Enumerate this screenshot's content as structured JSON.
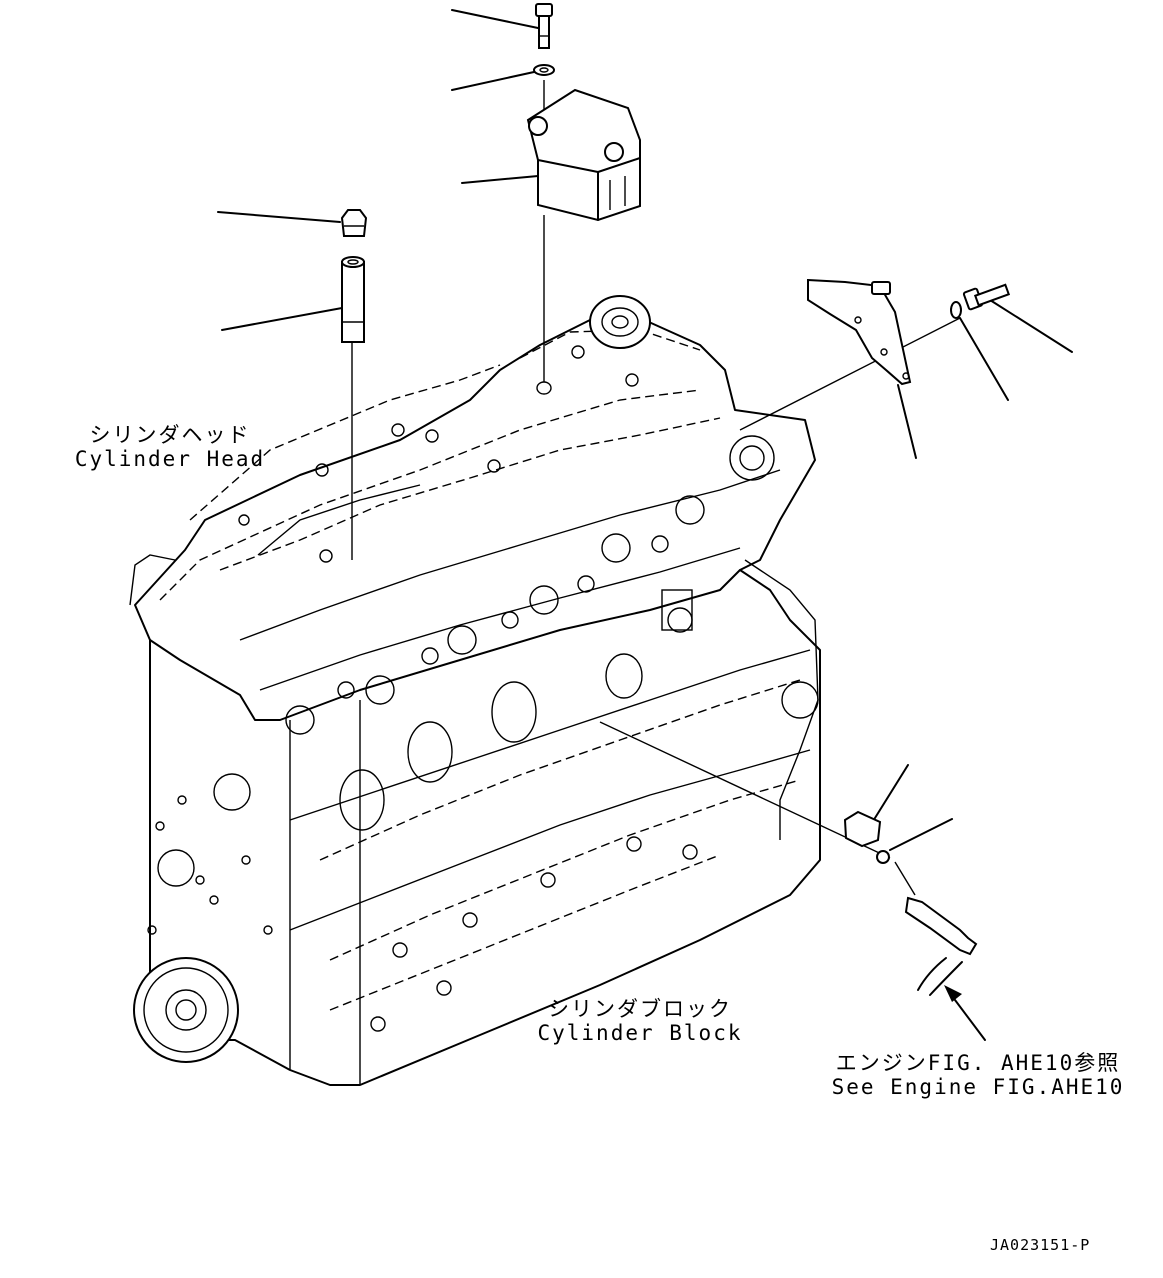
{
  "labels": {
    "cylinder_head_jp": "シリンダヘッド",
    "cylinder_head_en": "Cylinder Head",
    "cylinder_block_jp": "シリンダブロック",
    "cylinder_block_en": "Cylinder Block",
    "see_engine_jp": "エンジンFIG. AHE10参照",
    "see_engine_en": "See Engine FIG.AHE10"
  },
  "figure_id": "JA023151-P"
}
